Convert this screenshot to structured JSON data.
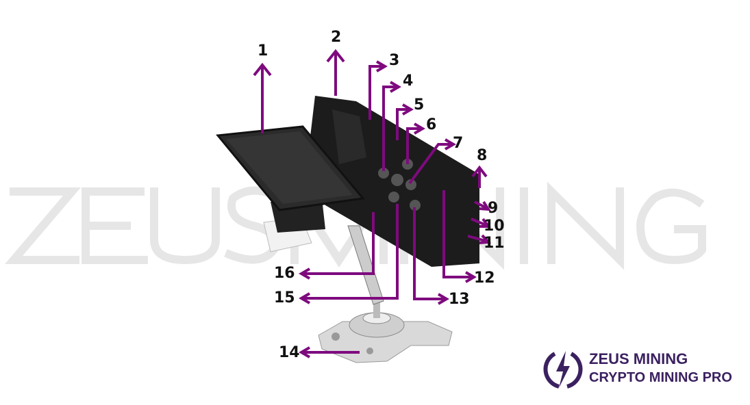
{
  "watermark": "ZEUS MINING",
  "callouts": [
    "1",
    "2",
    "3",
    "4",
    "5",
    "6",
    "7",
    "8",
    "9",
    "10",
    "11",
    "12",
    "13",
    "14",
    "15",
    "16"
  ],
  "logo": {
    "line1": "ZEUS MINING",
    "line2": "CRYPTO MINING PRO"
  },
  "colors": {
    "arrow": "#7e0a7e",
    "logo": "#3b2160",
    "device": "#1c1c1c"
  }
}
